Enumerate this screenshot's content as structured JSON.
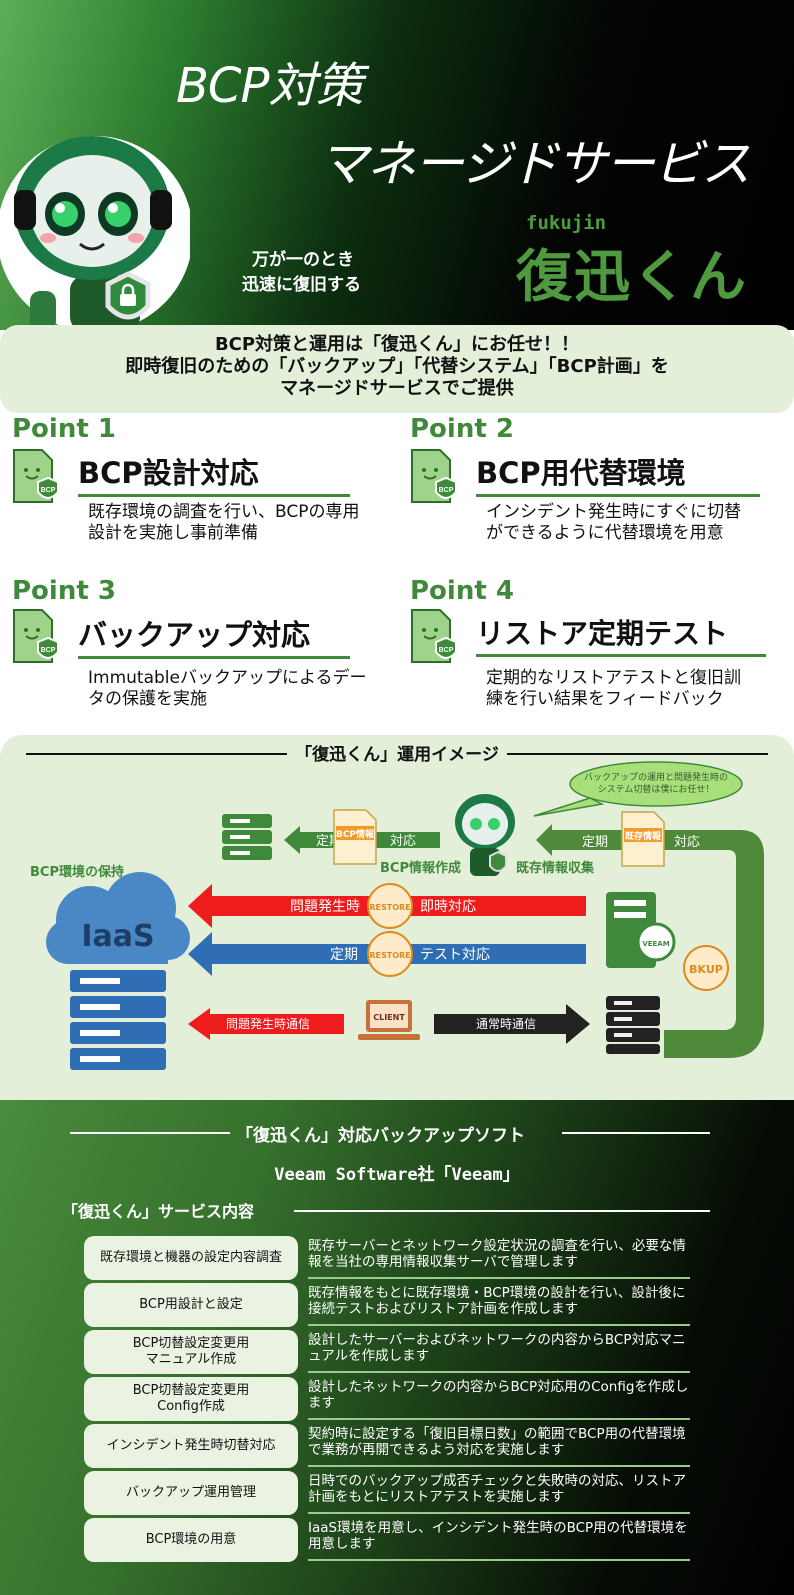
{
  "header": {
    "title_line1": "BCP対策",
    "title_line2": "マネージドサービス",
    "tagline_line1": "万が一のとき",
    "tagline_line2": "迅速に復旧する",
    "brand_small": "fukujin",
    "brand_name": "復迅くん"
  },
  "intro": {
    "line1": "BCP対策と運用は「復迅くん」にお任せ！！",
    "line2": "即時復旧のための「バックアップ」「代替システム」「BCP計画」を",
    "line3": "マネージドサービスでご提供"
  },
  "points": [
    {
      "label": "Point 1",
      "title": "BCP設計対応",
      "desc1": "既存環境の調査を行い、BCPの専用",
      "desc2": "設計を実施し事前準備"
    },
    {
      "label": "Point 2",
      "title": "BCP用代替環境",
      "desc1": "インシデント発生時にすぐに切替",
      "desc2": "ができるように代替環境を用意"
    },
    {
      "label": "Point 3",
      "title": "バックアップ対応",
      "desc1": "Immutableバックアップによるデー",
      "desc2": "タの保護を実施"
    },
    {
      "label": "Point 4",
      "title": "リストア定期テスト",
      "desc1": "定期的なリストアテストと復旧訓",
      "desc2": "練を行い結果をフィードバック"
    }
  ],
  "doc_badge": "BCP",
  "ops": {
    "title": "「復迅くん」運用イメージ",
    "bubble_line1": "バックアップの運用と問題発生時の",
    "bubble_line2": "システム切替は僕にお任せ！",
    "left_arrow_a": "定期",
    "left_arrow_b": "対応",
    "doc_left": "BCP情報",
    "doc_right": "既存情報",
    "right_arrow_a": "定期",
    "right_arrow_b": "対応",
    "bcp_info_make": "BCP情報作成",
    "existing_collect": "既存情報収集",
    "bcp_env_keep": "BCP環境の保持",
    "iaas": "IaaS",
    "red_left": "問題発生時",
    "red_right": "即時対応",
    "blue_left": "定期",
    "blue_right": "テスト対応",
    "restore": "RESTORE",
    "veeam": "VEEAM",
    "bkup": "BKUP",
    "client": "CLIENT",
    "red_small": "問題発生時通信",
    "black_arrow": "通常時通信"
  },
  "bottom": {
    "software_heading": "「復迅くん」対応バックアップソフト",
    "software_name": "Veeam Software社「Veeam」",
    "services_heading": "「復迅くん」サービス内容",
    "services": [
      {
        "name": "既存環境と機器の設定内容調査",
        "desc": "既存サーバーとネットワーク設定状況の調査を行い、必要な情報を当社の専用情報収集サーバで管理します"
      },
      {
        "name": "BCP用設計と設定",
        "desc": "既存情報をもとに既存環境・BCP環境の設計を行い、設計後に接続テストおよびリストア計画を作成します"
      },
      {
        "name": "BCP切替設定変更用\nマニュアル作成",
        "desc": "設計したサーバーおよびネットワークの内容からBCP対応マニュアルを作成します"
      },
      {
        "name": "BCP切替設定変更用\nConfig作成",
        "desc": "設計したネットワークの内容からBCP対応用のConfigを作成します"
      },
      {
        "name": "インシデント発生時切替対応",
        "desc": "契約時に設定する「復旧目標日数」の範囲でBCP用の代替環境で業務が再開できるよう対応を実施します"
      },
      {
        "name": "バックアップ運用管理",
        "desc": "日時でのバックアップ成否チェックと失敗時の対応、リストア計画をもとにリストアテストを実施します"
      },
      {
        "name": "BCP環境の用意",
        "desc": "IaaS環境を用意し、インシデント発生時のBCP用の代替環境を用意します"
      }
    ]
  },
  "colors": {
    "green": "#3f8a3a",
    "light_green_bg": "#e3efd9",
    "red": "#ee1c1c",
    "blue": "#2f6db5"
  }
}
